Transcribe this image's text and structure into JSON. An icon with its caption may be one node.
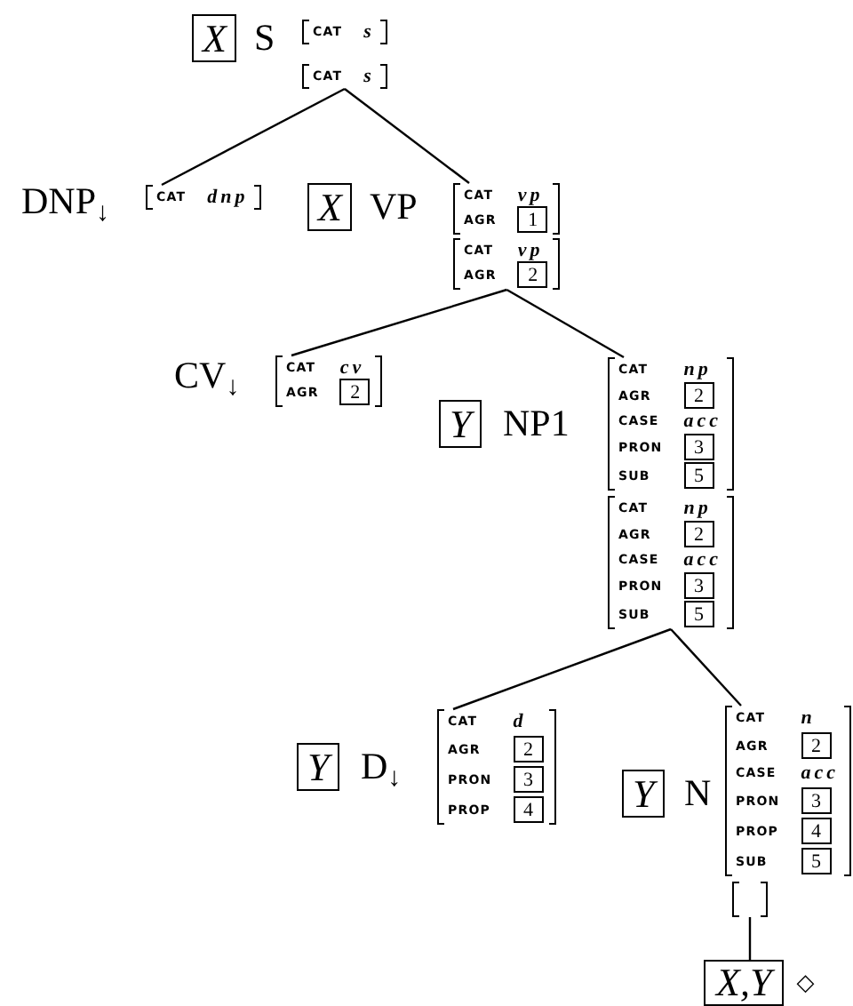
{
  "diagram": {
    "nodes": [
      {
        "text": [
          "X"
        ]
      },
      {
        "text": [
          "S"
        ]
      },
      {
        "text": [
          "CAT",
          "s"
        ]
      },
      {
        "text": [
          "CAT",
          "s"
        ]
      },
      {
        "text": [
          "DNP$_{↓}$"
        ]
      },
      {
        "text": [
          "CAT",
          "dnp"
        ]
      },
      {
        "text": [
          "X"
        ]
      },
      {
        "text": [
          "VP"
        ]
      },
      {
        "text": [
          "CAT",
          "vp",
          "AGR"
        ]
      },
      {
        "text": [
          "1"
        ],
        "in": 8
      },
      {
        "text": [
          "CAT",
          "vp",
          "AGR"
        ]
      },
      {
        "text": [
          "2"
        ],
        "in": 10
      },
      {
        "text": [
          "CV$_{↓}$"
        ]
      },
      {
        "text": [
          "CAT",
          "cv",
          "AGR"
        ]
      },
      {
        "text": [
          "2"
        ],
        "in": 13
      },
      {
        "text": [
          "Y"
        ]
      },
      {
        "text": [
          "NP1"
        ]
      },
      {
        "text": [
          "CAT",
          "np",
          "AGR",
          "CASE",
          "acc",
          "PRON",
          "SUB"
        ]
      },
      {
        "text": [
          "2"
        ],
        "in": 17
      },
      {
        "text": [
          "3"
        ],
        "in": 17
      },
      {
        "text": [
          "5"
        ],
        "in": 17
      },
      {
        "text": [
          "CAT",
          "np",
          "AGR",
          "CASE",
          "acc",
          "PRON",
          "SUB"
        ]
      },
      {
        "text": [
          "2"
        ],
        "in": 21
      },
      {
        "text": [
          "3"
        ],
        "in": 21
      },
      {
        "text": [
          "5"
        ],
        "in": 21
      },
      {
        "text": [
          "Y"
        ]
      },
      {
        "text": [
          "D$_{↓}$"
        ]
      },
      {
        "text": [
          "CAT",
          "d",
          "AGR",
          "PRON",
          "PROP"
        ]
      },
      {
        "text": [
          "2"
        ],
        "in": 27
      },
      {
        "text": [
          "3"
        ],
        "in": 27
      },
      {
        "text": [
          "4"
        ],
        "in": 27
      },
      {
        "text": [
          "Y"
        ]
      },
      {
        "text": [
          "N"
        ]
      },
      {
        "text": [
          "CAT",
          "n",
          "AGR",
          "CASE",
          "acc",
          "PRON",
          "PROP",
          "SUB"
        ]
      },
      {
        "text": [
          "2"
        ],
        "in": 33
      },
      {
        "text": [
          "3"
        ],
        "in": 33
      },
      {
        "text": [
          "4"
        ],
        "in": 33
      },
      {
        "text": [
          "5"
        ],
        "in": 33
      },
      {
        "text": [],
        "shape": "bracket"
      },
      {
        "text": [
          "X,Y"
        ],
        "beside": [
          "◇"
        ]
      }
    ],
    "edges": [
      {
        "from": 3,
        "to": 5,
        "arrow": "none"
      },
      {
        "from": 3,
        "to": 8,
        "arrow": "none"
      },
      {
        "from": 10,
        "to": 13,
        "arrow": "none"
      },
      {
        "from": 10,
        "to": 17,
        "arrow": "none"
      },
      {
        "from": 21,
        "to": 27,
        "arrow": "none"
      },
      {
        "from": 21,
        "to": 33,
        "arrow": "none"
      },
      {
        "from": 38,
        "to": 39,
        "arrow": "none"
      }
    ]
  }
}
